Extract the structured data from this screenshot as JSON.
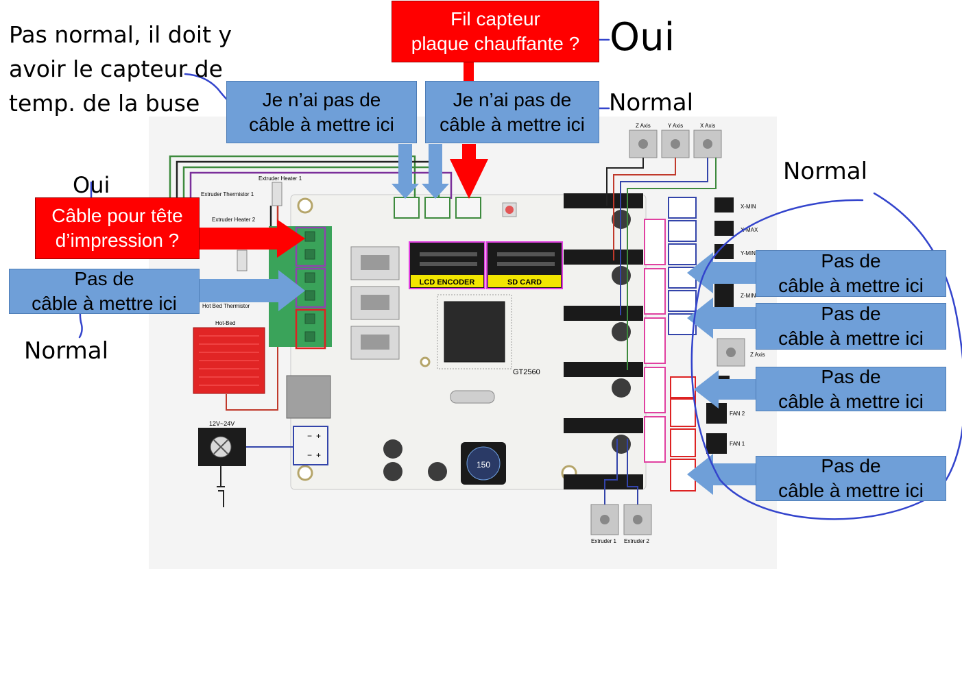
{
  "annotations": {
    "nozzle_sensor_note": [
      "Pas normal, il doit y",
      "avoir le capteur de",
      "temp. de la buse"
    ],
    "oui_top": "Oui",
    "oui_left": "Oui",
    "normal_top": "Normal",
    "normal_right": "Normal",
    "normal_left": "Normal"
  },
  "callouts": {
    "heatbed_sensor_wire": [
      "Fil capteur",
      "plaque chauffante ?"
    ],
    "no_cable_1": [
      "Je n’ai pas de",
      "câble à mettre ici"
    ],
    "no_cable_2": [
      "Je n’ai pas de",
      "câble à mettre ici"
    ],
    "printhead_cable": [
      "Câble pour tête",
      "d’impression ?"
    ],
    "no_cable_left": [
      "Pas de",
      "câble à mettre ici"
    ],
    "no_cable_right": [
      [
        "Pas de",
        "câble à mettre ici"
      ],
      [
        "Pas de",
        "câble à mettre ici"
      ],
      [
        "Pas de",
        "câble à mettre ici"
      ],
      [
        "Pas de",
        "câble à mettre ici"
      ]
    ]
  },
  "board": {
    "extruder_heater_1": "Extruder Heater 1",
    "extruder_thermistor_1": "Extruder Thermistor 1",
    "extruder_heater_2": "Extruder Heater 2",
    "hot_bed_thermistor": "Hot Bed Thermistor",
    "hot_bed": "Hot-Bed",
    "power": "12V~24V",
    "lcd_encoder": "LCD ENCODER",
    "sd_card": "SD CARD",
    "model": "GT2560",
    "axes_top": [
      "Z Axis",
      "Y Axis",
      "X Axis"
    ],
    "endstops": [
      "X-MIN",
      "X-MAX",
      "Y-MIN",
      "Z-MIN"
    ],
    "z_axis_side": "Z Axis",
    "fans": [
      "FAN 2",
      "FAN 1"
    ],
    "extruders": [
      "Extruder 1",
      "Extruder 2"
    ],
    "inductor": "150"
  },
  "colors": {
    "blue_box": "#6f9fd8",
    "red_box": "#ff0000",
    "pen_blue": "#3344cc"
  }
}
